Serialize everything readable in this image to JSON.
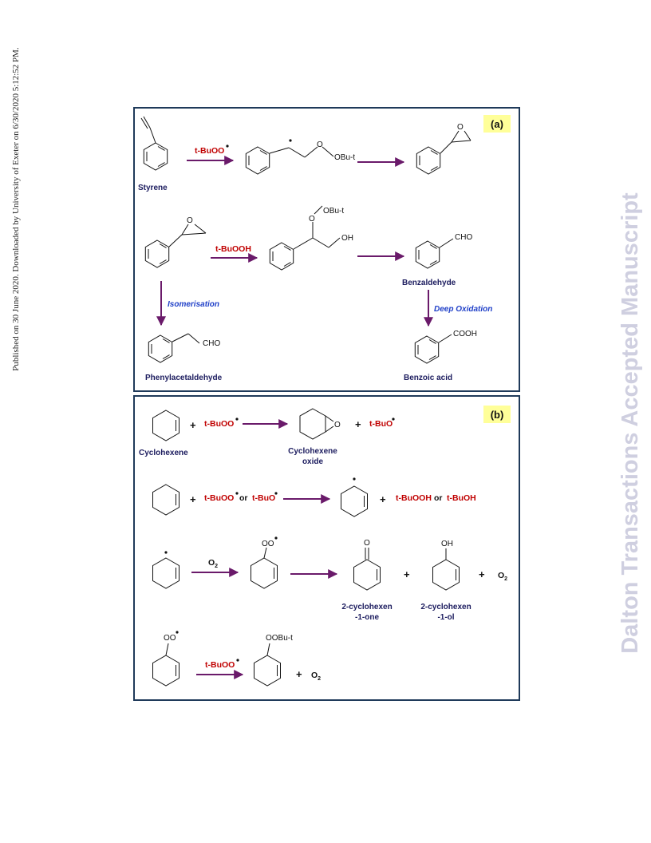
{
  "side_note": "Published on 30 June 2020. Downloaded by University of Exeter on 6/30/2020 5:12:52 PM.",
  "watermark": "Dalton Transactions Accepted Manuscript",
  "colors": {
    "arrow": "#6a1a6a",
    "reagent": "#c00000",
    "label": "#1b1b5e",
    "italic": "#2040c8",
    "badge": "#ffff99",
    "frame": "#1f3a5a"
  },
  "panel_a": {
    "tag": "(a)",
    "styrene": "Styrene",
    "reagent1": "t-BuOO",
    "obut": "OBu-t",
    "o": "O",
    "reagent2": "t-BuOOH",
    "oh": "OH",
    "cho": "CHO",
    "benzaldehyde": "Benzaldehyde",
    "isomerisation": "Isomerisation",
    "deep_oxidation": "Deep Oxidation",
    "phenylacetaldehyde": "Phenylacetaldehyde",
    "cooh": "COOH",
    "benzoic_acid": "Benzoic acid"
  },
  "panel_b": {
    "tag": "(b)",
    "plus": "+",
    "cyclohexene": "Cyclohexene",
    "reagent_tbuoo": "t-BuOO",
    "cyclohexene_oxide_1": "Cyclohexene",
    "cyclohexene_oxide_2": "oxide",
    "tbuo": "t-BuO",
    "or": "or",
    "tbuooh": "t-BuOOH",
    "tbuoh": "t-BuOH",
    "o2": "O",
    "o2_sub": "2",
    "oo": "OO",
    "o": "O",
    "oh": "OH",
    "product1_1": "2-cyclohexen",
    "product1_2": "-1-one",
    "product2_1": "2-cyclohexen",
    "product2_2": "-1-ol",
    "oobut": "OOBu-t"
  }
}
